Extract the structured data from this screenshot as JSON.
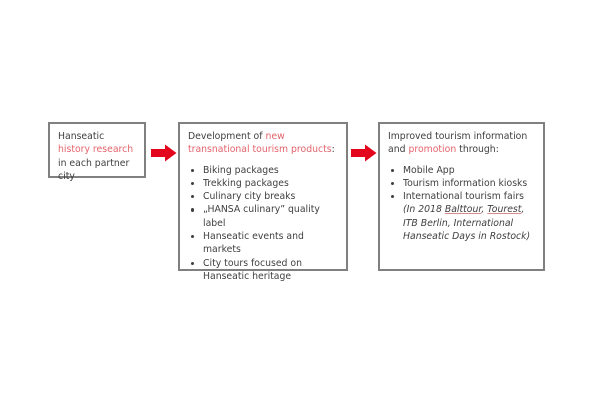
{
  "diagram": {
    "accent_color": "#e4646c",
    "text_color": "#3f3f3f",
    "border_color": "#808080",
    "arrow_color": "#e3051b",
    "background": "#ffffff"
  },
  "boxes": [
    {
      "id": "hanseatic-history-research",
      "heading_parts": [
        {
          "text": "Hanseatic ",
          "accent": false
        },
        {
          "text": "history research",
          "accent": true
        },
        {
          "text": " in each partner city",
          "accent": false
        }
      ],
      "bullets": []
    },
    {
      "id": "development-of-new-products",
      "heading_parts": [
        {
          "text": "Development of ",
          "accent": false
        },
        {
          "text": "new transnational tourism products",
          "accent": true
        },
        {
          "text": ":",
          "accent": false
        }
      ],
      "bullets": [
        "Biking packages",
        "Trekking packages",
        "Culinary city breaks",
        "„HANSA culinary” quality label",
        "Hanseatic events and markets",
        "City tours focused on Hanseatic heritage"
      ]
    },
    {
      "id": "improved-tourism-information",
      "heading_parts": [
        {
          "text": "Improved tourism information and ",
          "accent": false
        },
        {
          "text": "promotion",
          "accent": true
        },
        {
          "text": " through:",
          "accent": false
        }
      ],
      "bullets": [
        "Mobile App",
        "Tourism information kiosks",
        "International tourism fairs"
      ],
      "sub_note": {
        "prefix": "(In 2018 ",
        "underlined_1": "Balttour",
        "sep_1": ", ",
        "underlined_2": "Tourest",
        "suffix": ", ITB Berlin, International Hanseatic Days in Rostock)"
      }
    }
  ],
  "arrows": [
    {
      "name": "arrow-box1-to-box2"
    },
    {
      "name": "arrow-box2-to-box3"
    }
  ]
}
